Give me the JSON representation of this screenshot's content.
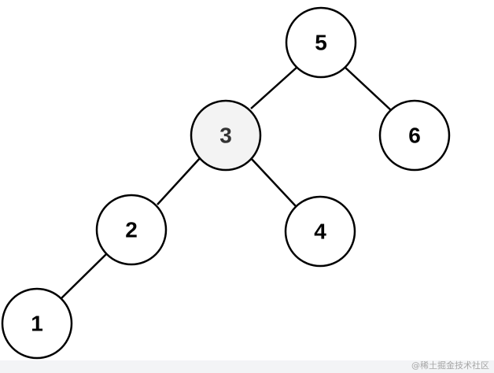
{
  "tree": {
    "nodes": [
      {
        "id": "n5",
        "label": "5",
        "highlighted": false
      },
      {
        "id": "n3",
        "label": "3",
        "highlighted": true
      },
      {
        "id": "n6",
        "label": "6",
        "highlighted": false
      },
      {
        "id": "n2",
        "label": "2",
        "highlighted": false
      },
      {
        "id": "n4",
        "label": "4",
        "highlighted": false
      },
      {
        "id": "n1",
        "label": "1",
        "highlighted": false
      }
    ],
    "edges": [
      {
        "from": "n5",
        "to": "n3"
      },
      {
        "from": "n5",
        "to": "n6"
      },
      {
        "from": "n3",
        "to": "n2"
      },
      {
        "from": "n3",
        "to": "n4"
      },
      {
        "from": "n2",
        "to": "n1"
      }
    ]
  },
  "colors": {
    "node_fill": "#ffffff",
    "highlight_fill": "#f3f3f3",
    "stroke": "#000000",
    "label": "#000000",
    "highlight_label": "#333333"
  },
  "watermark": "@稀土掘金技术社区"
}
